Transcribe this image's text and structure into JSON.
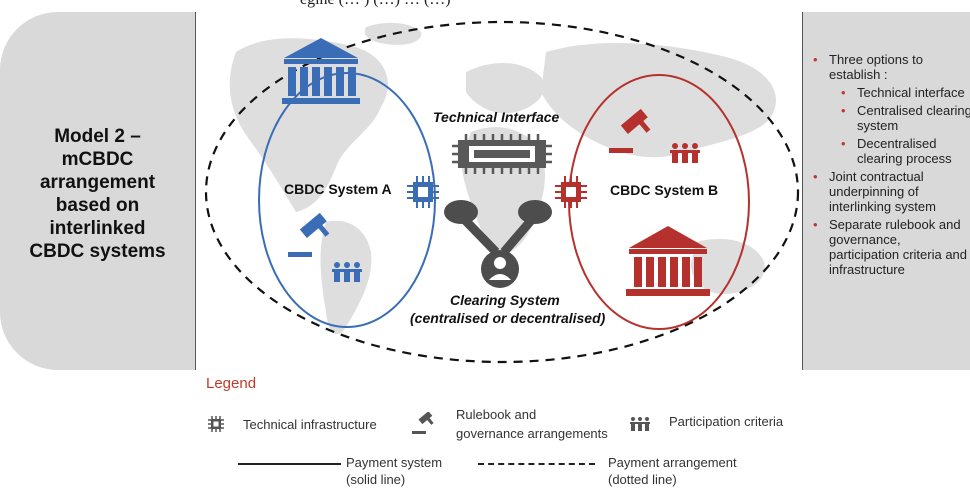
{
  "header_fragment": "egine (… ) (…) … (…)",
  "model_title_lines": [
    "Model 2 –",
    "mCBDC",
    "arrangement",
    "based on",
    "interlinked",
    "CBDC systems"
  ],
  "diagram": {
    "technical_interface": "Technical Interface",
    "system_a": "CBDC System A",
    "system_b": "CBDC System B",
    "clearing_line1": "Clearing System",
    "clearing_line2": "(centralised or decentralised)"
  },
  "right_panel": {
    "intro": "Three options to establish :",
    "options": [
      "Technical interface",
      "Centralised clearing system",
      "Decentralised clearing process"
    ],
    "bullet2": "Joint contractual underpinning of interlinking system",
    "bullet3": "Separate rulebook and governance, participation criteria and infrastructure"
  },
  "legend": {
    "title": "Legend",
    "technical": "Technical infrastructure",
    "rulebook_line1": "Rulebook and",
    "rulebook_line2": "governance arrangements",
    "participation": "Participation criteria",
    "payment_system_line1": "Payment system",
    "payment_system_line2": "(solid line)",
    "payment_arrangement_line1": "Payment arrangement",
    "payment_arrangement_line2": "(dotted line)"
  },
  "colors": {
    "system_a": "#3a6db5",
    "system_b": "#b5312e",
    "legend_title": "#c0392b",
    "banner": "#d9d9d9"
  }
}
